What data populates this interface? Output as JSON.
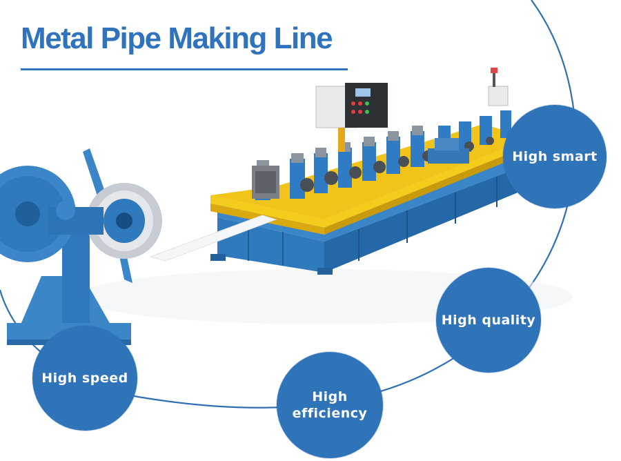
{
  "title": "Metal Pipe Making Line",
  "colors": {
    "accent": "#2f73bd",
    "machine_blue": "#3a86c8",
    "machine_yellow": "#f2c318",
    "badge_blue": "#2f73b9"
  },
  "features": [
    {
      "label": "High smart"
    },
    {
      "label": "High quality"
    },
    {
      "label_line1": "High",
      "label_line2": "efficiency"
    },
    {
      "label": "High speed"
    }
  ],
  "image": {
    "subject": "machine-illustration"
  }
}
